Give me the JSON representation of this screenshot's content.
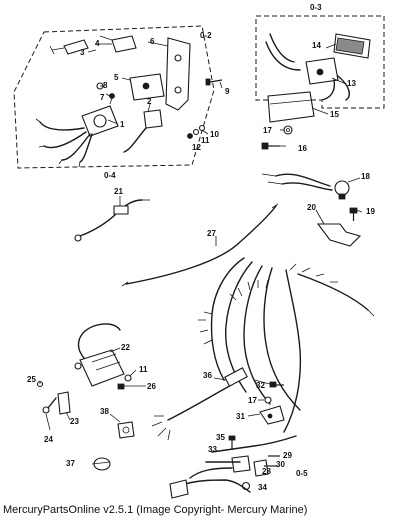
{
  "diagram": {
    "callouts": {
      "c1": "1",
      "c2": "2",
      "c3": "3",
      "c4": "4",
      "c5": "5",
      "c6": "6",
      "c7": "7",
      "c8": "8",
      "c9": "9",
      "c10": "10",
      "c11a": "11",
      "c11b": "11",
      "c12": "12",
      "c13": "13",
      "c14": "14",
      "c15": "15",
      "c16": "16",
      "c17a": "17",
      "c17b": "17",
      "c18": "18",
      "c19": "19",
      "c20": "20",
      "c21": "21",
      "c22": "22",
      "c23": "23",
      "c24": "24",
      "c25": "25",
      "c26": "26",
      "c27": "27",
      "c28": "28",
      "c29": "29",
      "c30": "30",
      "c31": "31",
      "c32": "32",
      "c33": "33",
      "c34": "34",
      "c35": "35",
      "c36": "36",
      "c37": "37",
      "c38": "38"
    },
    "groups": {
      "g02": "0-2",
      "g03": "0-3",
      "g04": "0-4",
      "g05": "0-5"
    }
  },
  "footer": {
    "caption": "MercuryPartsOnline v2.5.1 (Image Copyright- Mercury Marine)"
  }
}
